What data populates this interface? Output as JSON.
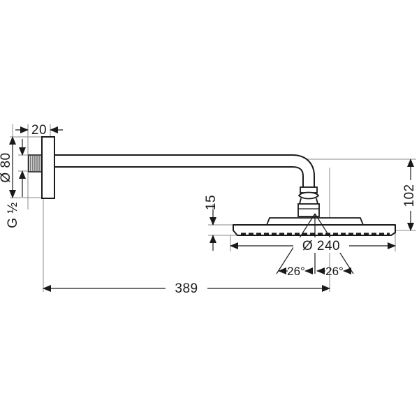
{
  "drawing": {
    "title": "Overhead shower technical dimension drawing",
    "background_color": "#ffffff",
    "line_color": "#1a1a1a",
    "dim_line_color": "#6b6b6b",
    "product_fill": "#ffffff"
  },
  "dimensions": {
    "arm_projection": "20",
    "flange_diameter": "Ø 80",
    "thread_size": "G ½",
    "head_thickness": "15",
    "head_diameter": "Ø 240",
    "angle_left": "26°",
    "angle_right": "26°",
    "total_length": "389",
    "total_height": "102"
  },
  "labels": [
    {
      "id": "arm-projection",
      "text": "20",
      "orientation": "horizontal"
    },
    {
      "id": "flange-diameter",
      "text": "Ø 80",
      "orientation": "vertical"
    },
    {
      "id": "thread-size",
      "text": "G ½",
      "orientation": "vertical"
    },
    {
      "id": "head-thickness",
      "text": "15",
      "orientation": "vertical"
    },
    {
      "id": "head-diameter",
      "text": "Ø 240",
      "orientation": "horizontal"
    },
    {
      "id": "spray-angle-left",
      "text": "26°",
      "orientation": "horizontal"
    },
    {
      "id": "spray-angle-right",
      "text": "26°",
      "orientation": "horizontal"
    },
    {
      "id": "total-length",
      "text": "389",
      "orientation": "horizontal"
    },
    {
      "id": "total-height",
      "text": "102",
      "orientation": "vertical"
    }
  ]
}
